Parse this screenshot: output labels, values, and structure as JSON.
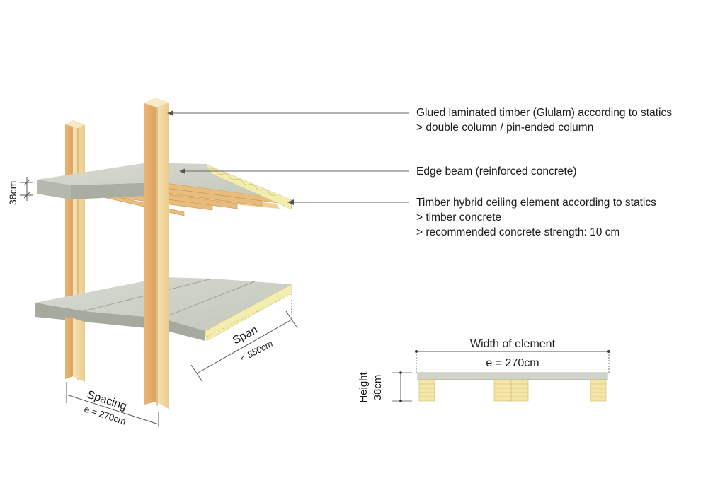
{
  "annotations": {
    "glulam": {
      "line1": "Glued laminated timber (Glulam) according to statics",
      "line2": "> double column / pin-ended column"
    },
    "edge_beam": {
      "line1": "Edge beam (reinforced concrete)"
    },
    "ceiling": {
      "line1": "Timber hybrid ceiling element according to statics",
      "line2": "> timber concrete",
      "line3": "> recommended concrete strength: 10 cm"
    }
  },
  "dimensions": {
    "beam_height": "38cm",
    "span_label": "Span",
    "span_value": "< 850cm",
    "spacing_label": "Spacing",
    "spacing_value": "e = 270cm"
  },
  "section": {
    "width_label": "Width of element",
    "width_value": "e = 270cm",
    "height_label": "Height",
    "height_value": "38cm"
  },
  "colors": {
    "timber_face": "#f2d9a2",
    "timber_side": "#e6b77a",
    "insulation": "#f4eeb0",
    "concrete_top": "#cfd3c8",
    "concrete_front": "#aeb1a6",
    "leader_line": "#666666"
  }
}
